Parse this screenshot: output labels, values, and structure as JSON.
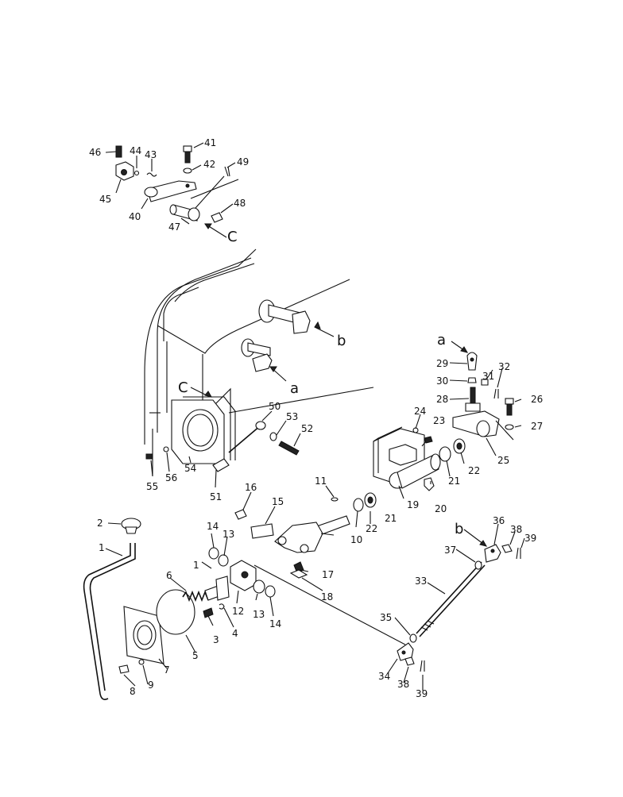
{
  "diagram": {
    "callouts": [
      {
        "id": "c46",
        "text": "46"
      },
      {
        "id": "c44",
        "text": "44"
      },
      {
        "id": "c43",
        "text": "43"
      },
      {
        "id": "c41",
        "text": "41"
      },
      {
        "id": "c42",
        "text": "42"
      },
      {
        "id": "c49",
        "text": "49"
      },
      {
        "id": "c45",
        "text": "45"
      },
      {
        "id": "c40",
        "text": "40"
      },
      {
        "id": "c48",
        "text": "48"
      },
      {
        "id": "c47",
        "text": "47"
      },
      {
        "id": "cC1",
        "text": "C"
      },
      {
        "id": "cb1",
        "text": "b"
      },
      {
        "id": "ca1",
        "text": "a"
      },
      {
        "id": "cC2",
        "text": "C"
      },
      {
        "id": "c50",
        "text": "50"
      },
      {
        "id": "c53",
        "text": "53"
      },
      {
        "id": "c52",
        "text": "52"
      },
      {
        "id": "c54",
        "text": "54"
      },
      {
        "id": "c55",
        "text": "55"
      },
      {
        "id": "c56",
        "text": "56"
      },
      {
        "id": "c51",
        "text": "51"
      },
      {
        "id": "ca2",
        "text": "a"
      },
      {
        "id": "c29",
        "text": "29"
      },
      {
        "id": "c31",
        "text": "31"
      },
      {
        "id": "c32",
        "text": "32"
      },
      {
        "id": "c30",
        "text": "30"
      },
      {
        "id": "c28",
        "text": "28"
      },
      {
        "id": "c26",
        "text": "26"
      },
      {
        "id": "c24",
        "text": "24"
      },
      {
        "id": "c23",
        "text": "23"
      },
      {
        "id": "c27",
        "text": "27"
      },
      {
        "id": "c25",
        "text": "25"
      },
      {
        "id": "c22a",
        "text": "22"
      },
      {
        "id": "c21a",
        "text": "21"
      },
      {
        "id": "c20",
        "text": "20"
      },
      {
        "id": "c19",
        "text": "19"
      },
      {
        "id": "c11",
        "text": "11"
      },
      {
        "id": "c21b",
        "text": "21"
      },
      {
        "id": "c22b",
        "text": "22"
      },
      {
        "id": "c10",
        "text": "10"
      },
      {
        "id": "c16",
        "text": "16"
      },
      {
        "id": "c15",
        "text": "15"
      },
      {
        "id": "c2",
        "text": "2"
      },
      {
        "id": "c1a",
        "text": "1"
      },
      {
        "id": "c14a",
        "text": "14"
      },
      {
        "id": "c13a",
        "text": "13"
      },
      {
        "id": "c1b",
        "text": "1"
      },
      {
        "id": "c6",
        "text": "6"
      },
      {
        "id": "c12",
        "text": "12"
      },
      {
        "id": "c17",
        "text": "17"
      },
      {
        "id": "c18",
        "text": "18"
      },
      {
        "id": "c13b",
        "text": "13"
      },
      {
        "id": "c14b",
        "text": "14"
      },
      {
        "id": "c3",
        "text": "3"
      },
      {
        "id": "c4",
        "text": "4"
      },
      {
        "id": "c5",
        "text": "5"
      },
      {
        "id": "c7",
        "text": "7"
      },
      {
        "id": "c8",
        "text": "8"
      },
      {
        "id": "c9",
        "text": "9"
      },
      {
        "id": "cb2",
        "text": "b"
      },
      {
        "id": "c36",
        "text": "36"
      },
      {
        "id": "c38a",
        "text": "38"
      },
      {
        "id": "c39a",
        "text": "39"
      },
      {
        "id": "c37",
        "text": "37"
      },
      {
        "id": "c33",
        "text": "33"
      },
      {
        "id": "c35",
        "text": "35"
      },
      {
        "id": "c34",
        "text": "34"
      },
      {
        "id": "c38b",
        "text": "38"
      },
      {
        "id": "c39b",
        "text": "39"
      }
    ]
  }
}
